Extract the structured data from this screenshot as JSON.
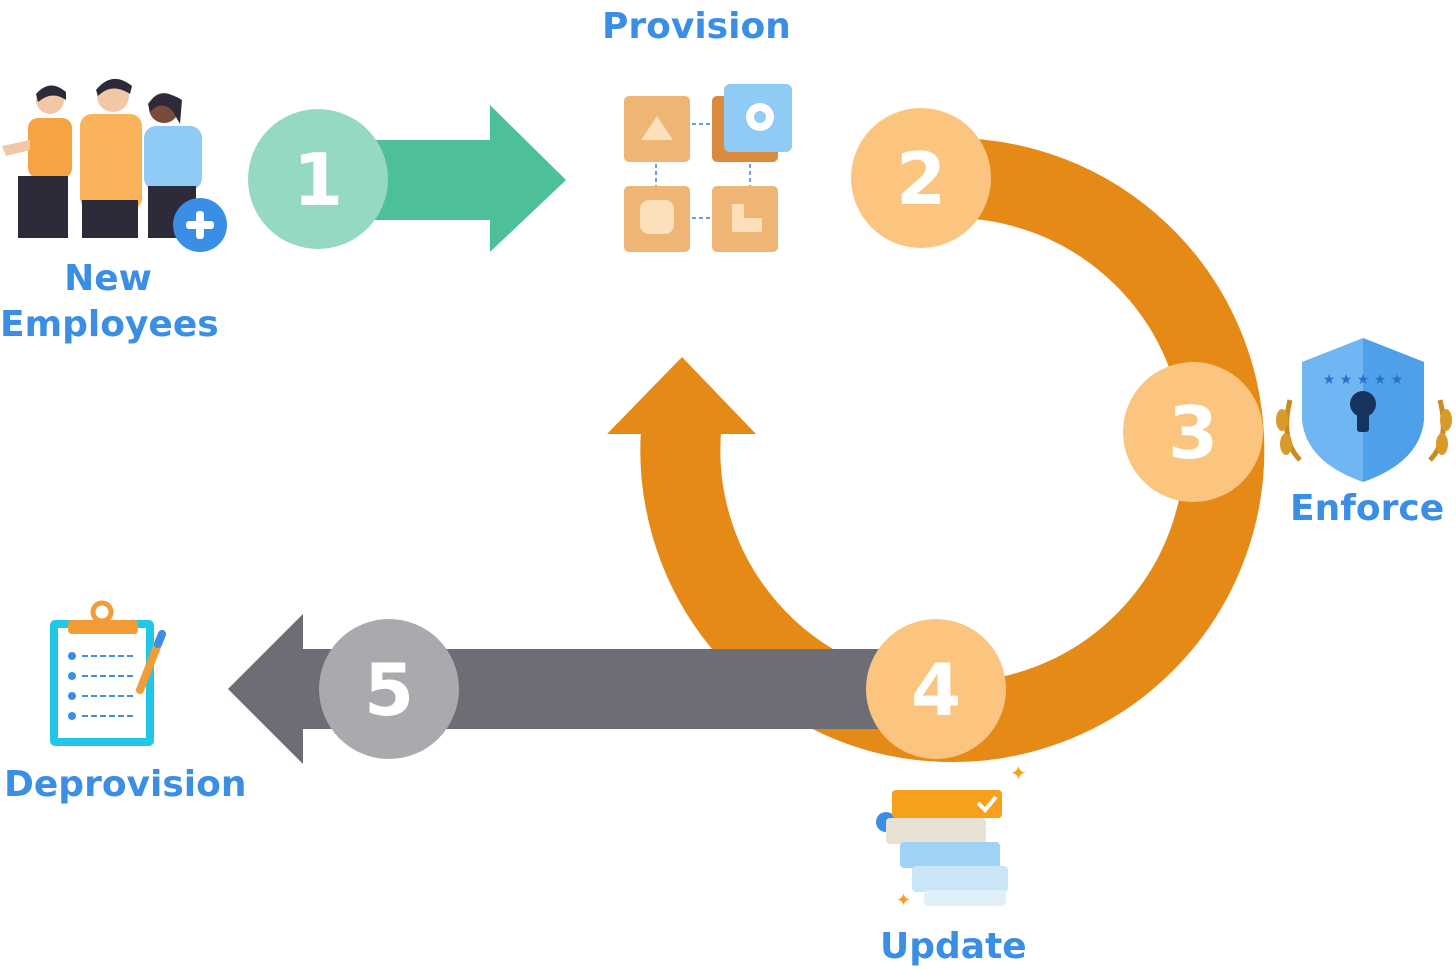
{
  "steps": [
    {
      "number": "1",
      "label_lines": [
        "New",
        "Employees"
      ],
      "color": "#96d9c2"
    },
    {
      "number": "2",
      "label_lines": [
        "Provision"
      ],
      "color": "#fbc57f"
    },
    {
      "number": "3",
      "label_lines": [
        "Enforce"
      ],
      "color": "#fbc57f"
    },
    {
      "number": "4",
      "label_lines": [
        "Update"
      ],
      "color": "#fbc57f"
    },
    {
      "number": "5",
      "label_lines": [
        "Deprovision"
      ],
      "color": "#a9a9ae"
    }
  ],
  "colors": {
    "label_text": "#3a8ee6",
    "cycle_arrow": "#e58a17",
    "onboard_arrow": "#4dc09b",
    "offboard_arrow": "#6d6d75"
  },
  "icons": {
    "new_employees": "people-add-icon",
    "provision": "app-grid-gear-icon",
    "enforce": "shield-keyhole-icon",
    "update": "stacked-tasks-icon",
    "deprovision": "clipboard-checklist-icon"
  }
}
